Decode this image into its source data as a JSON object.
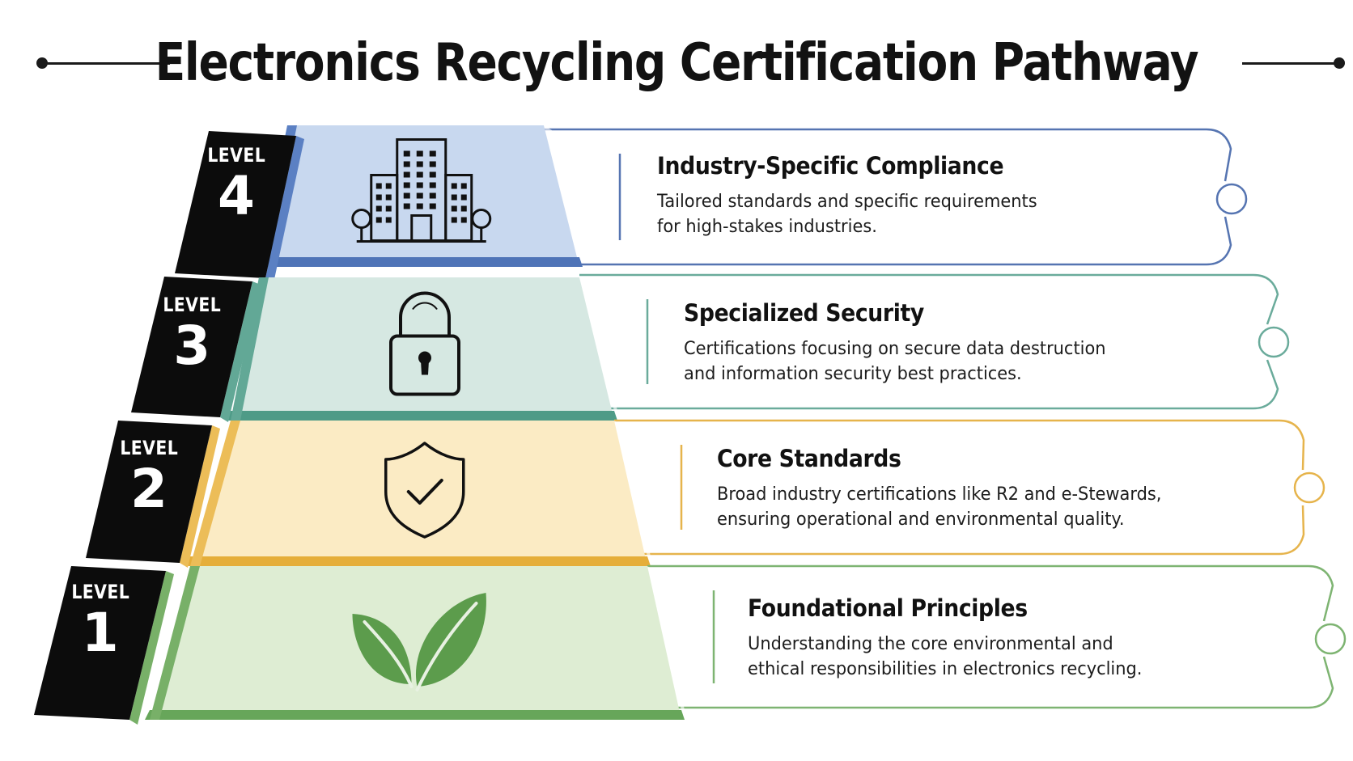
{
  "title": "Electronics Recycling Certification Pathway",
  "level_word": "LEVEL",
  "levels": [
    {
      "number": "4",
      "icon": "office-building-icon",
      "title": "Industry-Specific Compliance",
      "description_lines": [
        "Tailored standards and specific requirements",
        "for high-stakes industries."
      ],
      "colors": {
        "face": "#c8d8ef",
        "edge": "#5b80c3",
        "bottom": "#4f74b7",
        "border": "#5574b1"
      }
    },
    {
      "number": "3",
      "icon": "padlock-icon",
      "title": "Specialized Security",
      "description_lines": [
        "Certifications focusing on secure data destruction",
        "and information security best practices."
      ],
      "colors": {
        "face": "#d6e8e2",
        "edge": "#62a896",
        "bottom": "#4e9b87",
        "border": "#6aab9b"
      }
    },
    {
      "number": "2",
      "icon": "shield-check-icon",
      "title": "Core Standards",
      "description_lines": [
        "Broad industry certifications like R2 and e-Stewards,",
        "ensuring operational and environmental quality."
      ],
      "colors": {
        "face": "#fbebc4",
        "edge": "#ecbd58",
        "bottom": "#e5ae3a",
        "border": "#e6b44c"
      }
    },
    {
      "number": "1",
      "icon": "leaf-icon",
      "title": "Foundational Principles",
      "description_lines": [
        "Understanding the core environmental and",
        "ethical responsibilities in electronics recycling."
      ],
      "colors": {
        "face": "#deedd3",
        "edge": "#78b068",
        "bottom": "#67a65a",
        "border": "#7eb472"
      }
    }
  ]
}
